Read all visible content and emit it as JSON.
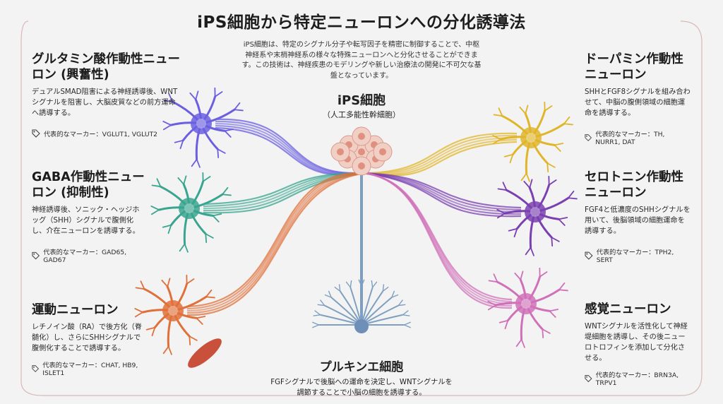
{
  "title": "iPS細胞から特定ニューロンへの分化誘導法",
  "intro": "iPS細胞は、特定のシグナル分子や転写因子を精密に制御することで、中枢神経系や末梢神経系の様々な特殊ニューロンへと分化させることができます。この技術は、神経疾患のモデリングや新しい治療法の開発に不可欠な基盤となっています。",
  "ips": {
    "title": "iPS細胞",
    "subtitle": "（人工多能性幹細胞）"
  },
  "sections": [
    {
      "title": "グルタミン酸作動性ニューロン (興奮性)",
      "desc": "デュアルSMAD阻害による神経誘導後、WNTシグナルを阻害し、大脳皮質などの前方運命へ誘導する。",
      "marker": "代表的なマーカー：VGLUT1, VGLUT2",
      "color": "#6a5fe0"
    },
    {
      "title": "GABA作動性ニューロン (抑制性)",
      "desc": "神経誘導後、ソニック・ヘッジホッグ（SHH）シグナルで腹側化し、介在ニューロンを誘導する。",
      "marker": "代表的なマーカー：GAD65, GAD67",
      "color": "#3aa58f"
    },
    {
      "title": "運動ニューロン",
      "desc": "レチノイン酸（RA）で後方化（脊髄化）し、さらにSHHシグナルで腹側化することで誘導する。",
      "marker": "代表的なマーカー：CHAT, HB9, ISLET1",
      "color": "#e0703a"
    },
    {
      "title": "ドーパミン作動性ニューロン",
      "desc": "SHHとFGF8シグナルを組み合わせて、中脳の腹側領域の細胞運命を誘導する。",
      "marker": "代表的なマーカー：TH, NURR1, DAT",
      "color": "#e0b52a"
    },
    {
      "title": "セロトニン作動性ニューロン",
      "desc": "FGF4と低濃度のSHHシグナルを用いて、後脳領域の細胞運命を誘導する。",
      "marker": "代表的なマーカー：TPH2, SERT",
      "color": "#7a3fb0"
    },
    {
      "title": "感覚ニューロン",
      "desc": "WNTシグナルを活性化して神経堤細胞を誘導し、その後ニューロトロフィンを添加して分化させる。",
      "marker": "代表的なマーカー：BRN3A, TRPV1",
      "color": "#d070b8"
    }
  ],
  "purkinje": {
    "title": "プルキンエ細胞",
    "desc": "FGFシグナルで後脳への運命を決定し、WNTシグナルを調節することで小脳の細胞を誘導する。",
    "color": "#7f9fc0"
  }
}
